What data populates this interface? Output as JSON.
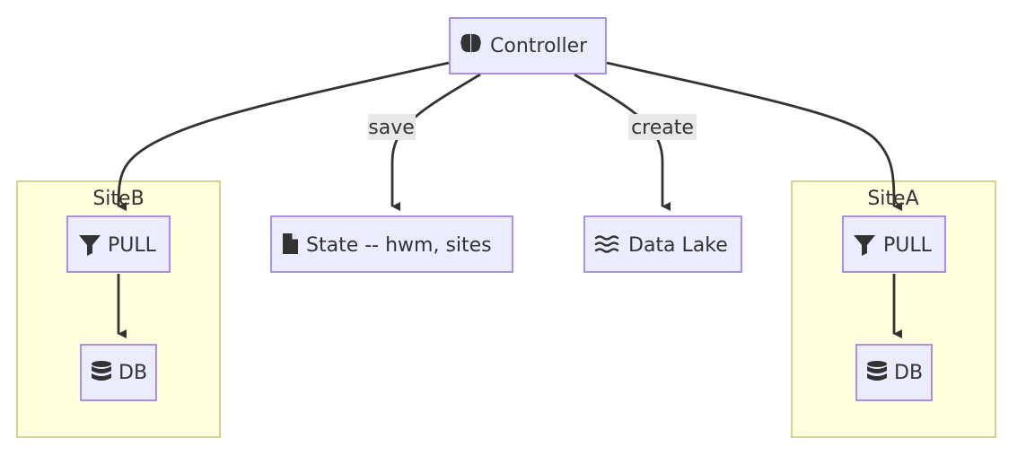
{
  "diagram": {
    "nodes": {
      "controller": {
        "label": "Controller",
        "icon": "brain-icon"
      },
      "state": {
        "label": "State -- hwm, sites",
        "icon": "file-icon"
      },
      "data_lake": {
        "label": "Data Lake",
        "icon": "water-icon"
      },
      "siteb_pull": {
        "label": "PULL",
        "icon": "filter-icon"
      },
      "siteb_db": {
        "label": "DB",
        "icon": "database-icon"
      },
      "sitea_pull": {
        "label": "PULL",
        "icon": "filter-icon"
      },
      "sitea_db": {
        "label": "DB",
        "icon": "database-icon"
      }
    },
    "clusters": {
      "siteb": {
        "label": "SiteB"
      },
      "sitea": {
        "label": "SiteA"
      }
    },
    "edges": {
      "controller_to_siteb_pull": {
        "label": ""
      },
      "controller_to_state": {
        "label": "save"
      },
      "controller_to_data_lake": {
        "label": "create"
      },
      "controller_to_sitea_pull": {
        "label": ""
      },
      "siteb_pull_to_db": {
        "label": ""
      },
      "sitea_pull_to_db": {
        "label": ""
      }
    },
    "colors": {
      "node_fill": "#ececff",
      "node_stroke": "#9370db",
      "cluster_fill": "#ffffde",
      "cluster_stroke": "#aaaa33",
      "edge": "#333333",
      "text": "#333333"
    }
  }
}
